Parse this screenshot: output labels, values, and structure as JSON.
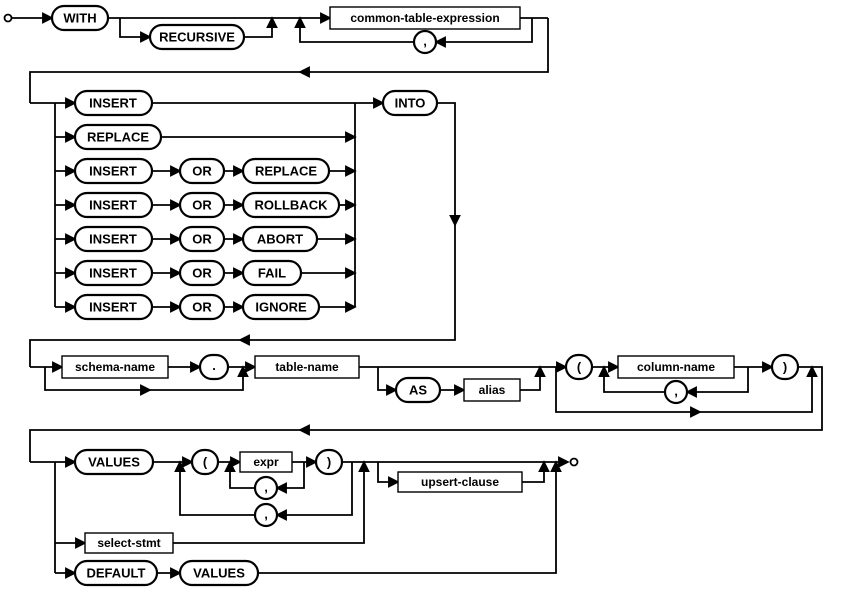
{
  "diagram": {
    "name": "insert-stmt railroad syntax diagram",
    "terminals": {
      "with": "WITH",
      "recursive": "RECURSIVE",
      "insert": "INSERT",
      "replace": "REPLACE",
      "or": "OR",
      "rollback": "ROLLBACK",
      "abort": "ABORT",
      "fail": "FAIL",
      "ignore": "IGNORE",
      "into": "INTO",
      "dot": ".",
      "as": "AS",
      "lparen": "(",
      "rparen": ")",
      "comma": ",",
      "values": "VALUES",
      "default": "DEFAULT"
    },
    "nonterminals": {
      "common_table_expression": "common-table-expression",
      "schema_name": "schema-name",
      "table_name": "table-name",
      "alias": "alias",
      "column_name": "column-name",
      "expr": "expr",
      "select_stmt": "select-stmt",
      "upsert_clause": "upsert-clause"
    },
    "colors": {
      "line": "#000000",
      "box_fill": "#ffffff"
    }
  }
}
